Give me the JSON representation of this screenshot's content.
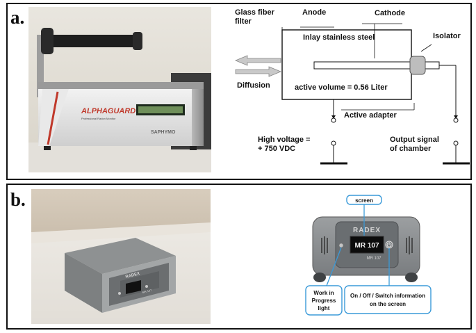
{
  "panel_a": {
    "letter": "a.",
    "photo": {
      "brand_name": "ALPHAGUARD",
      "brand_tagline": "Professional Radon Monitor",
      "maker": "SAPHYMO"
    },
    "diagram": {
      "glass_fiber_filter_line1": "Glass fiber",
      "glass_fiber_filter_line2": "filter",
      "anode": "Anode",
      "cathode": "Cathode",
      "inlay": "Inlay stainless steel",
      "isolator": "Isolator",
      "diffusion": "Diffusion",
      "active_volume": "active volume = 0.56 Liter",
      "active_adapter": "Active adapter",
      "high_voltage_line1": "High voltage =",
      "high_voltage_line2": "+ 750 VDC",
      "output_line1": "Output signal",
      "output_line2": "of chamber"
    }
  },
  "panel_b": {
    "letter": "b.",
    "photo": {
      "brand": "RADEX",
      "model": "MR 107"
    },
    "diagram": {
      "brand": "RADEX",
      "screen_text": "MR 107",
      "model_label": "MR 107",
      "screen_callout": "screen",
      "work_light_line1": "Work in",
      "work_light_line2": "Progress",
      "work_light_line3": "light",
      "power_line1": "On / Off / Switch information",
      "power_line2": "on the screen"
    }
  }
}
